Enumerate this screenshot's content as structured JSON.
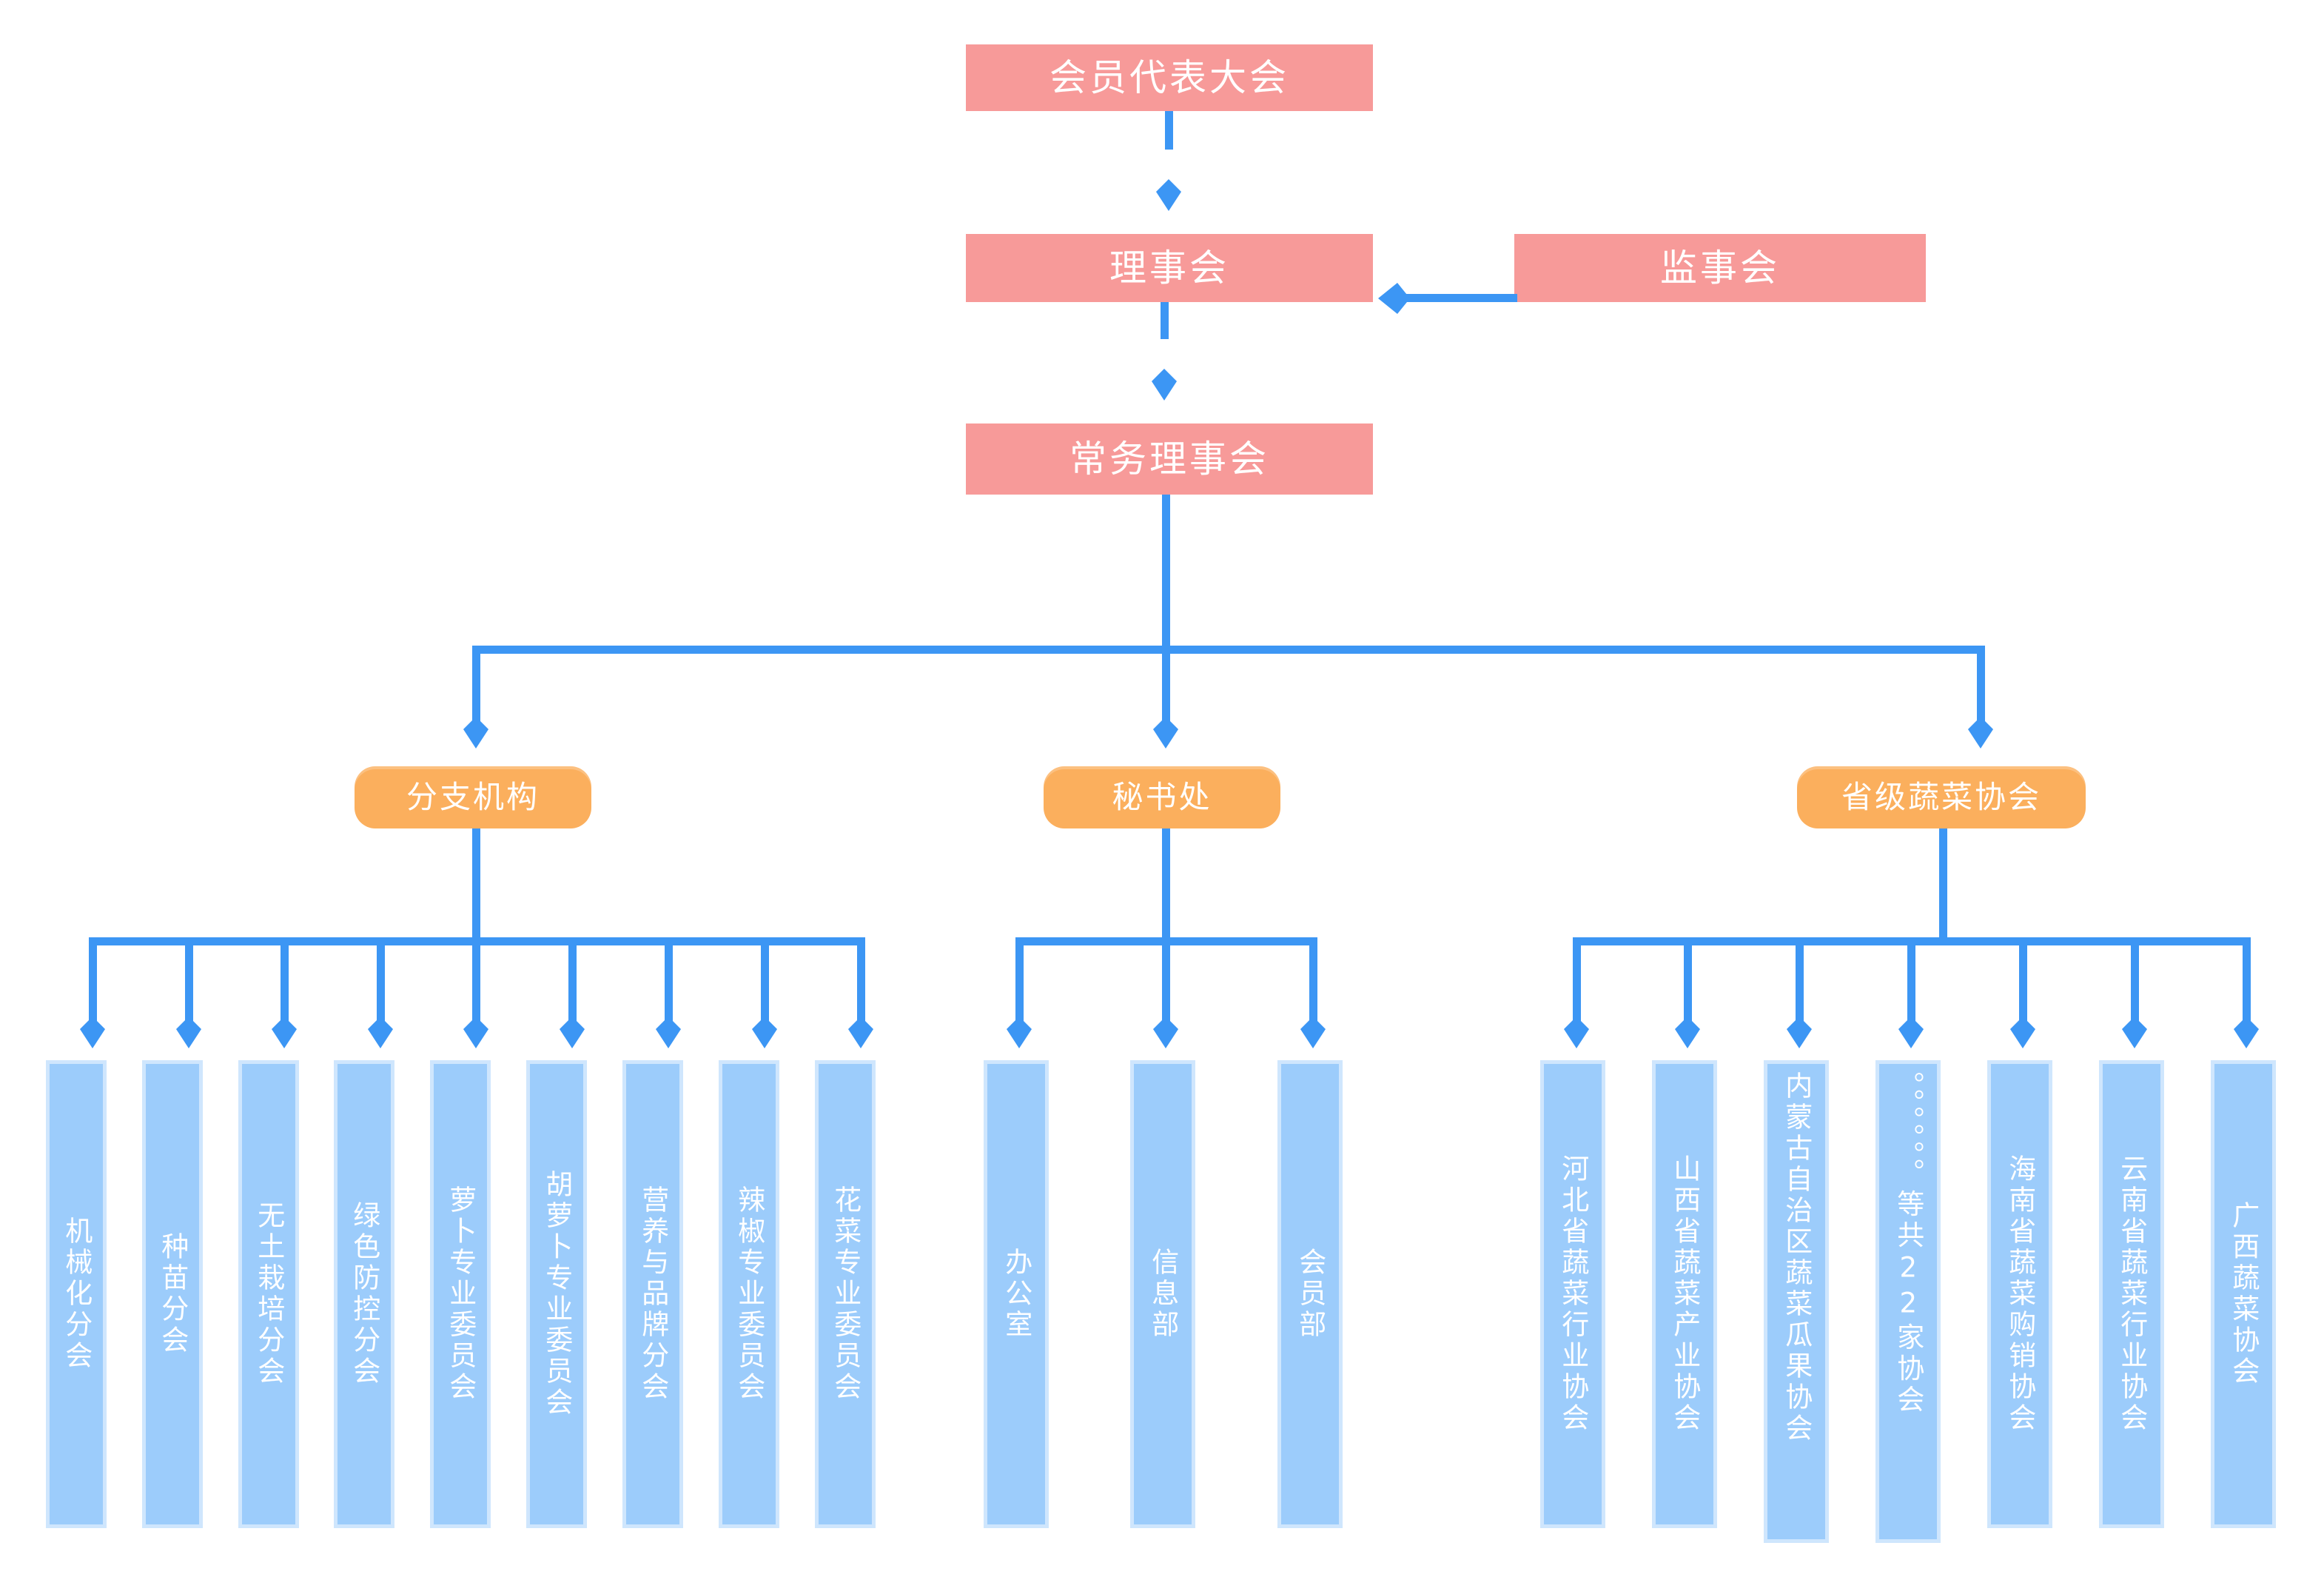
{
  "chart_data": {
    "type": "diagram",
    "title": "组织架构图",
    "colors": {
      "pink": "#f79a99",
      "orange": "#fbaf5d",
      "leaf_fill": "#9cccfb",
      "leaf_border": "#cfe6fd",
      "connector": "#3c96f4",
      "text": "#ffffff",
      "background": "#ffffff"
    }
  },
  "top": {
    "assembly": "会员代表大会",
    "board": "理事会",
    "supervisors": "监事会",
    "standing_board": "常务理事会"
  },
  "branches": [
    {
      "head": "分支机构",
      "children": [
        "机械化分会",
        "种苗分会",
        "无土栽培分会",
        "绿色防控分会",
        "萝卜专业委员会",
        "胡萝卜专业委员会",
        "营养与品牌分会",
        "辣椒专业委员会",
        "花菜专业委员会"
      ]
    },
    {
      "head": "秘书处",
      "children": [
        "办公室",
        "信息部",
        "会员部"
      ]
    },
    {
      "head": "省级蔬菜协会",
      "children": [
        "河北省蔬菜行业协会",
        "山西省蔬菜产业协会",
        "内蒙古自治区蔬菜瓜果协会",
        "。。。。。。等共22家协会",
        "海南省蔬菜购销协会",
        "云南省蔬菜行业协会",
        "广西蔬菜协会"
      ]
    }
  ]
}
